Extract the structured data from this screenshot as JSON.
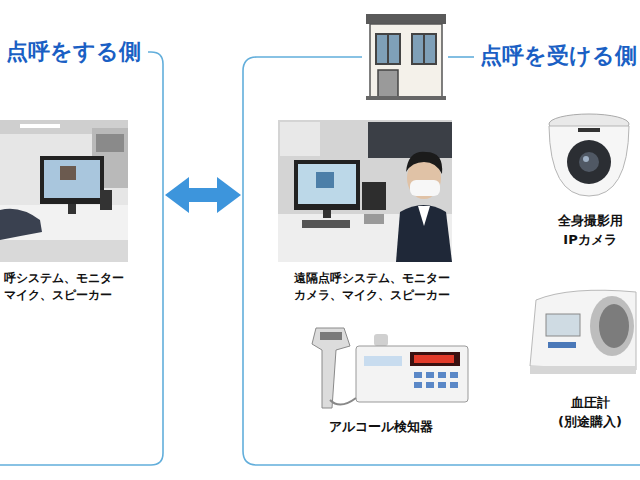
{
  "diagram": {
    "nodes": [
      {
        "text": [
          "点呼をする側"
        ]
      },
      {
        "text": [
          "点呼を受ける側"
        ]
      }
    ],
    "edges": [
      {
        "from": 0,
        "to": 1,
        "arrow": "both"
      }
    ],
    "labels": [
      "呼システム、モニター マイク、スピーカー",
      "遠隔点呼システム、モニター カメラ、マイク、スピーカー",
      "全身撮影用 IPカメラ",
      "アルコール検知器",
      "血圧計 (別途購入)"
    ]
  }
}
